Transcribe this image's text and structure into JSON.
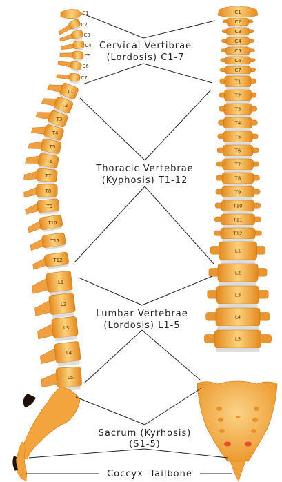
{
  "groups": {
    "cervical": {
      "line1": "Cervical Vertibrae",
      "line2": "(Lordosis) C1-7"
    },
    "thoracic": {
      "line1": "Thoracic Vertebrae",
      "line2": "(Kyphosis) T1-12"
    },
    "lumbar": {
      "line1": "Lumbar Vertebrae",
      "line2": "(Lordosis) L1-5"
    },
    "sacrum": {
      "line1": "Sacrum (Kyrhosis)",
      "line2": "(S1-5)"
    },
    "coccyx": {
      "line1": "Coccyx -Tailbone"
    }
  },
  "vertebrae": {
    "cervical": [
      "C1",
      "C2",
      "C3",
      "C4",
      "C5",
      "C6",
      "C7"
    ],
    "thoracic": [
      "T1",
      "T2",
      "T3",
      "T4",
      "T5",
      "T6",
      "T7",
      "T8",
      "T9",
      "T10",
      "T11",
      "T12"
    ],
    "lumbar": [
      "L1",
      "L2",
      "L3",
      "L4",
      "L5"
    ]
  },
  "colors": {
    "bone": "#f6a93b",
    "bone_light": "#fcd58a",
    "bone_dark": "#d9821c",
    "disc": "#dddddd",
    "text": "#222222"
  }
}
